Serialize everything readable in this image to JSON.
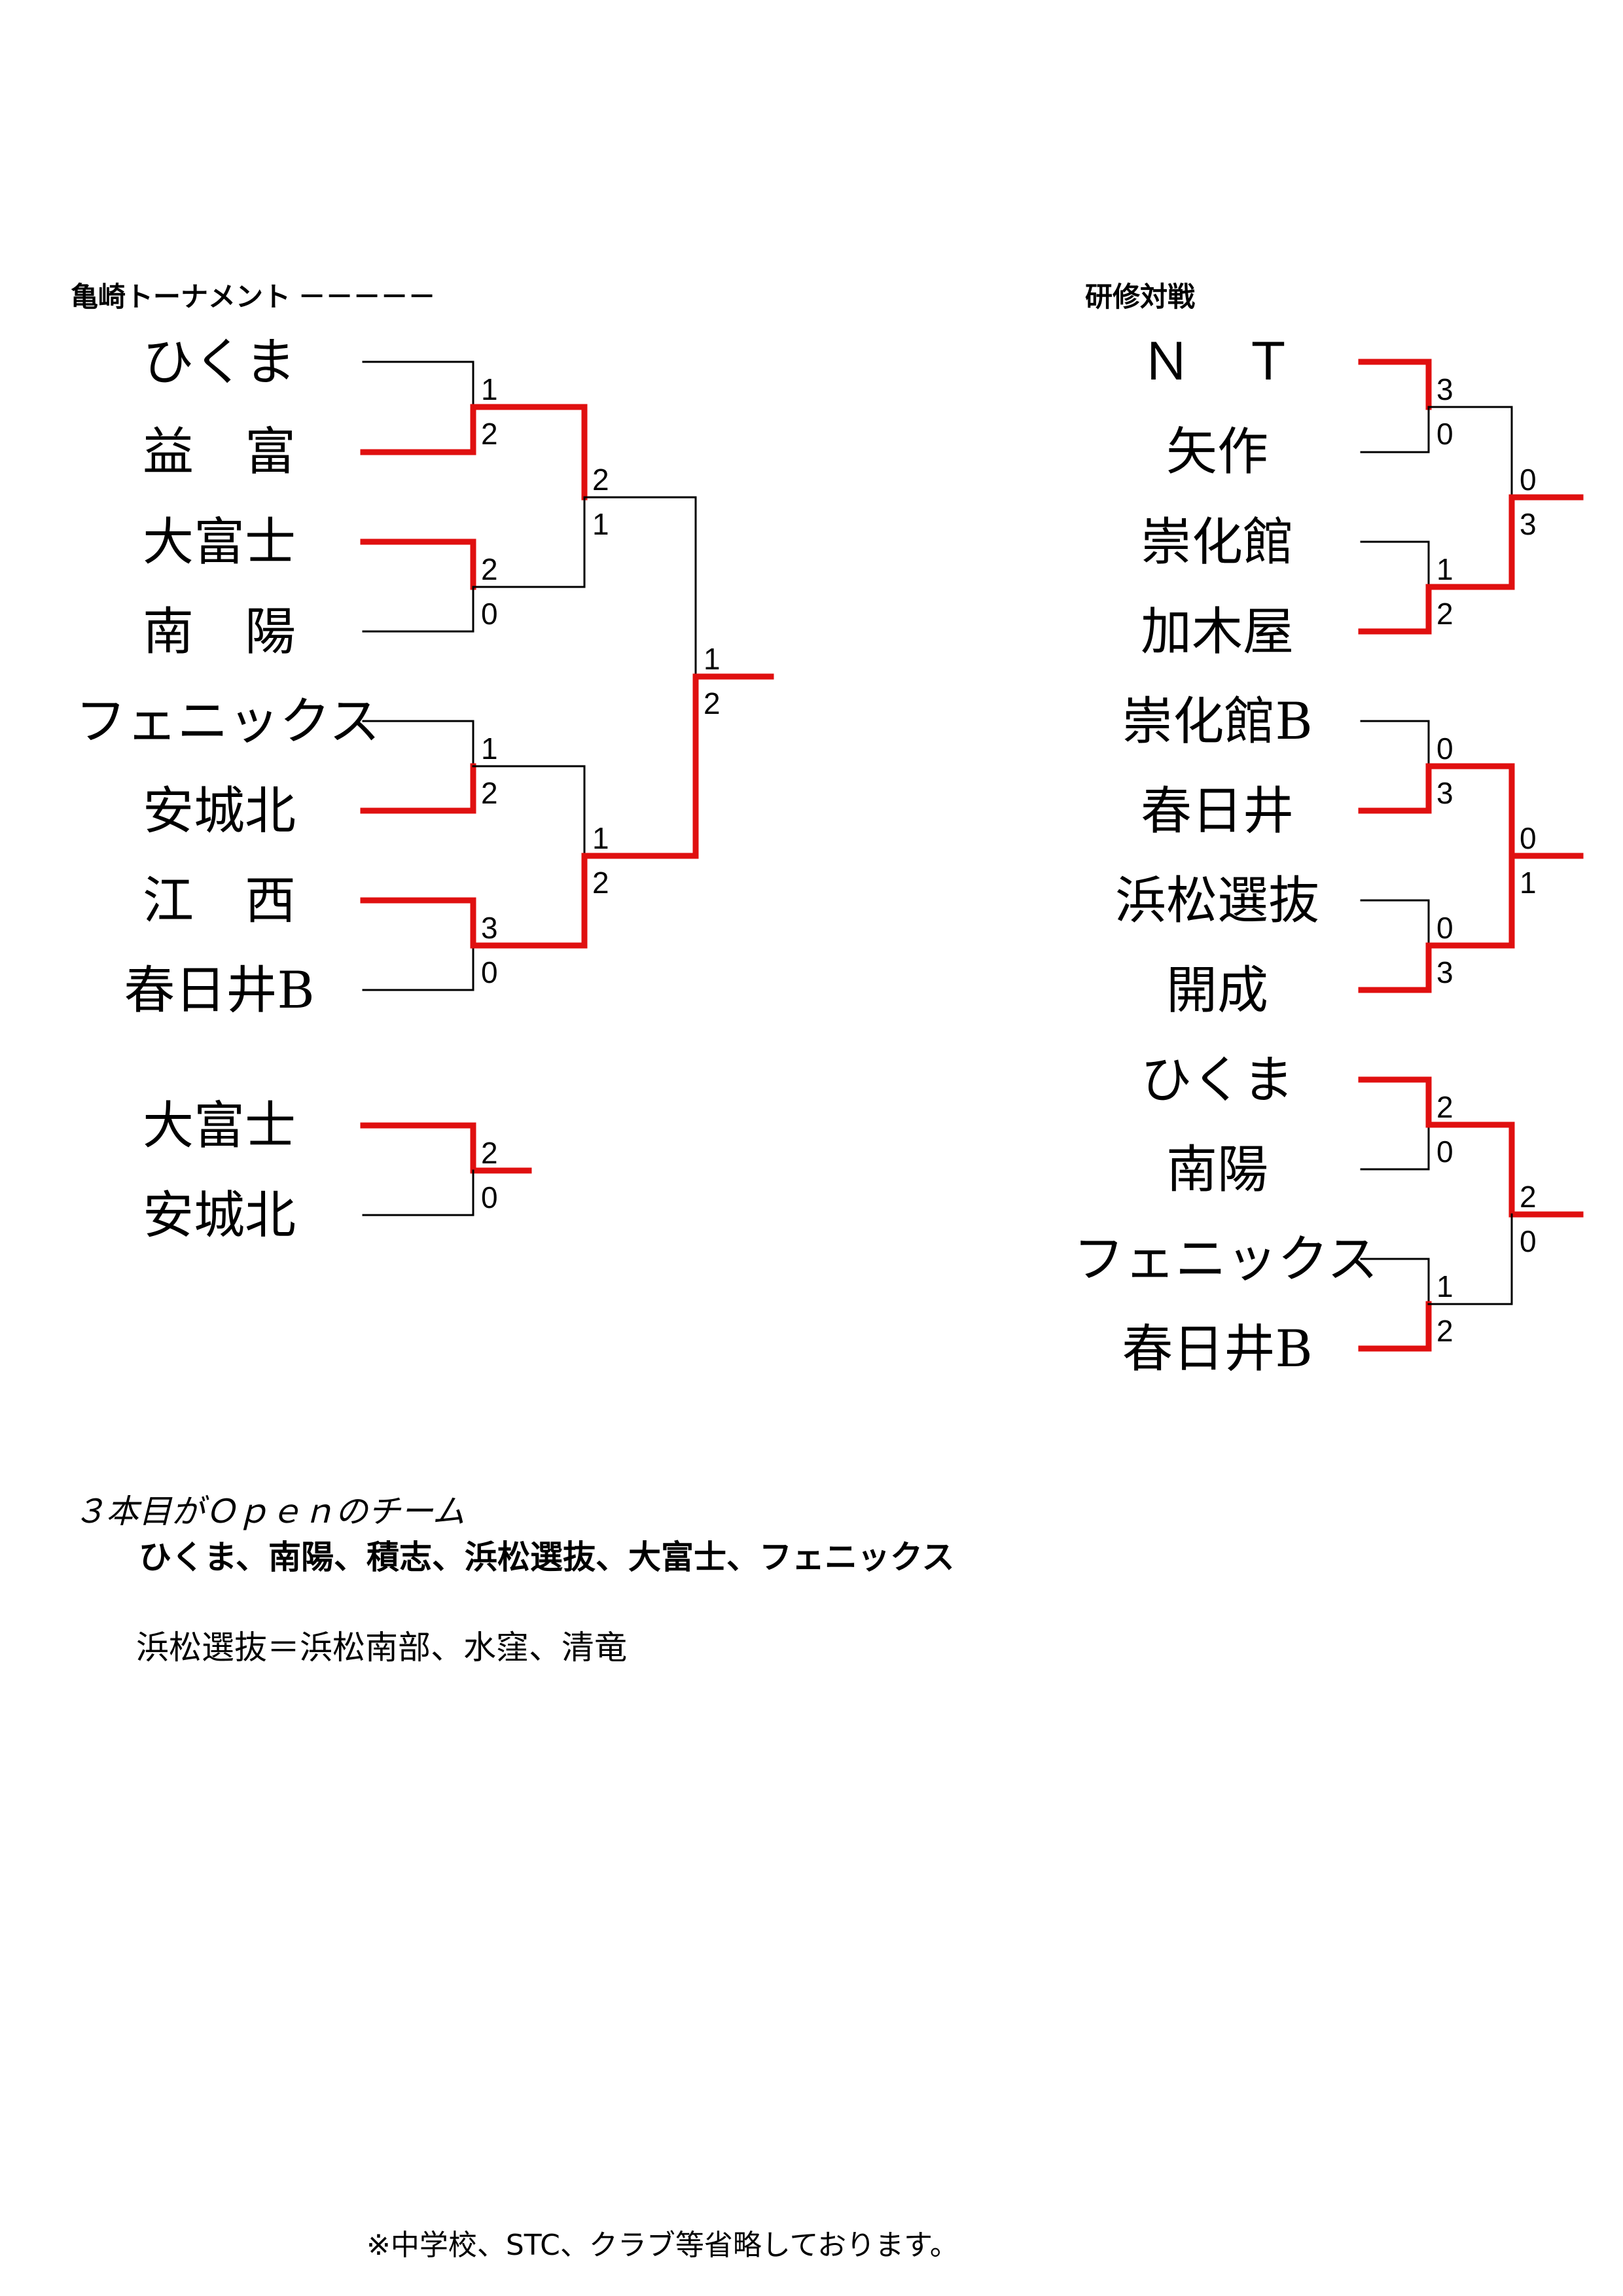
{
  "left": {
    "title": "亀崎トーナメント －－－－－",
    "teams": [
      "ひくま",
      "益　富",
      "大富士",
      "南　陽",
      "フェニックス",
      "安城北",
      "江　西",
      "春日井B"
    ],
    "r1_scores": [
      [
        "1",
        "2"
      ],
      [
        "2",
        "0"
      ],
      [
        "1",
        "2"
      ],
      [
        "3",
        "0"
      ]
    ],
    "r2_scores": [
      [
        "2",
        "1"
      ],
      [
        "1",
        "2"
      ]
    ],
    "final_scores": [
      "1",
      "2"
    ],
    "extra": {
      "teams": [
        "大富士",
        "安城北"
      ],
      "scores": [
        "2",
        "0"
      ]
    }
  },
  "right": {
    "title": "研修対戦",
    "teams": [
      "Ｎ　Ｔ",
      "矢作",
      "崇化館",
      "加木屋",
      "崇化館B",
      "春日井",
      "浜松選抜",
      "開成",
      "ひくま",
      "南陽",
      "フェニックス",
      "春日井B"
    ],
    "r1_scores": [
      [
        "3",
        "0"
      ],
      [
        "1",
        "2"
      ],
      [
        "0",
        "3"
      ],
      [
        "0",
        "3"
      ],
      [
        "2",
        "0"
      ],
      [
        "1",
        "2"
      ]
    ],
    "r2_scores": [
      [
        "0",
        "3"
      ],
      [
        "0",
        "1"
      ],
      [
        "2",
        "0"
      ]
    ]
  },
  "notes": {
    "open_heading": "３本目がＯｐｅｎのチーム",
    "open_teams": "ひくま、南陽、積志、浜松選抜、大富士、フェニックス",
    "hamamatsu": "浜松選抜＝浜松南部、水窪、清竜",
    "footer": "※中学校、STC、クラブ等省略しております。"
  },
  "colors": {
    "winner": "#e01010",
    "line": "#000000"
  }
}
